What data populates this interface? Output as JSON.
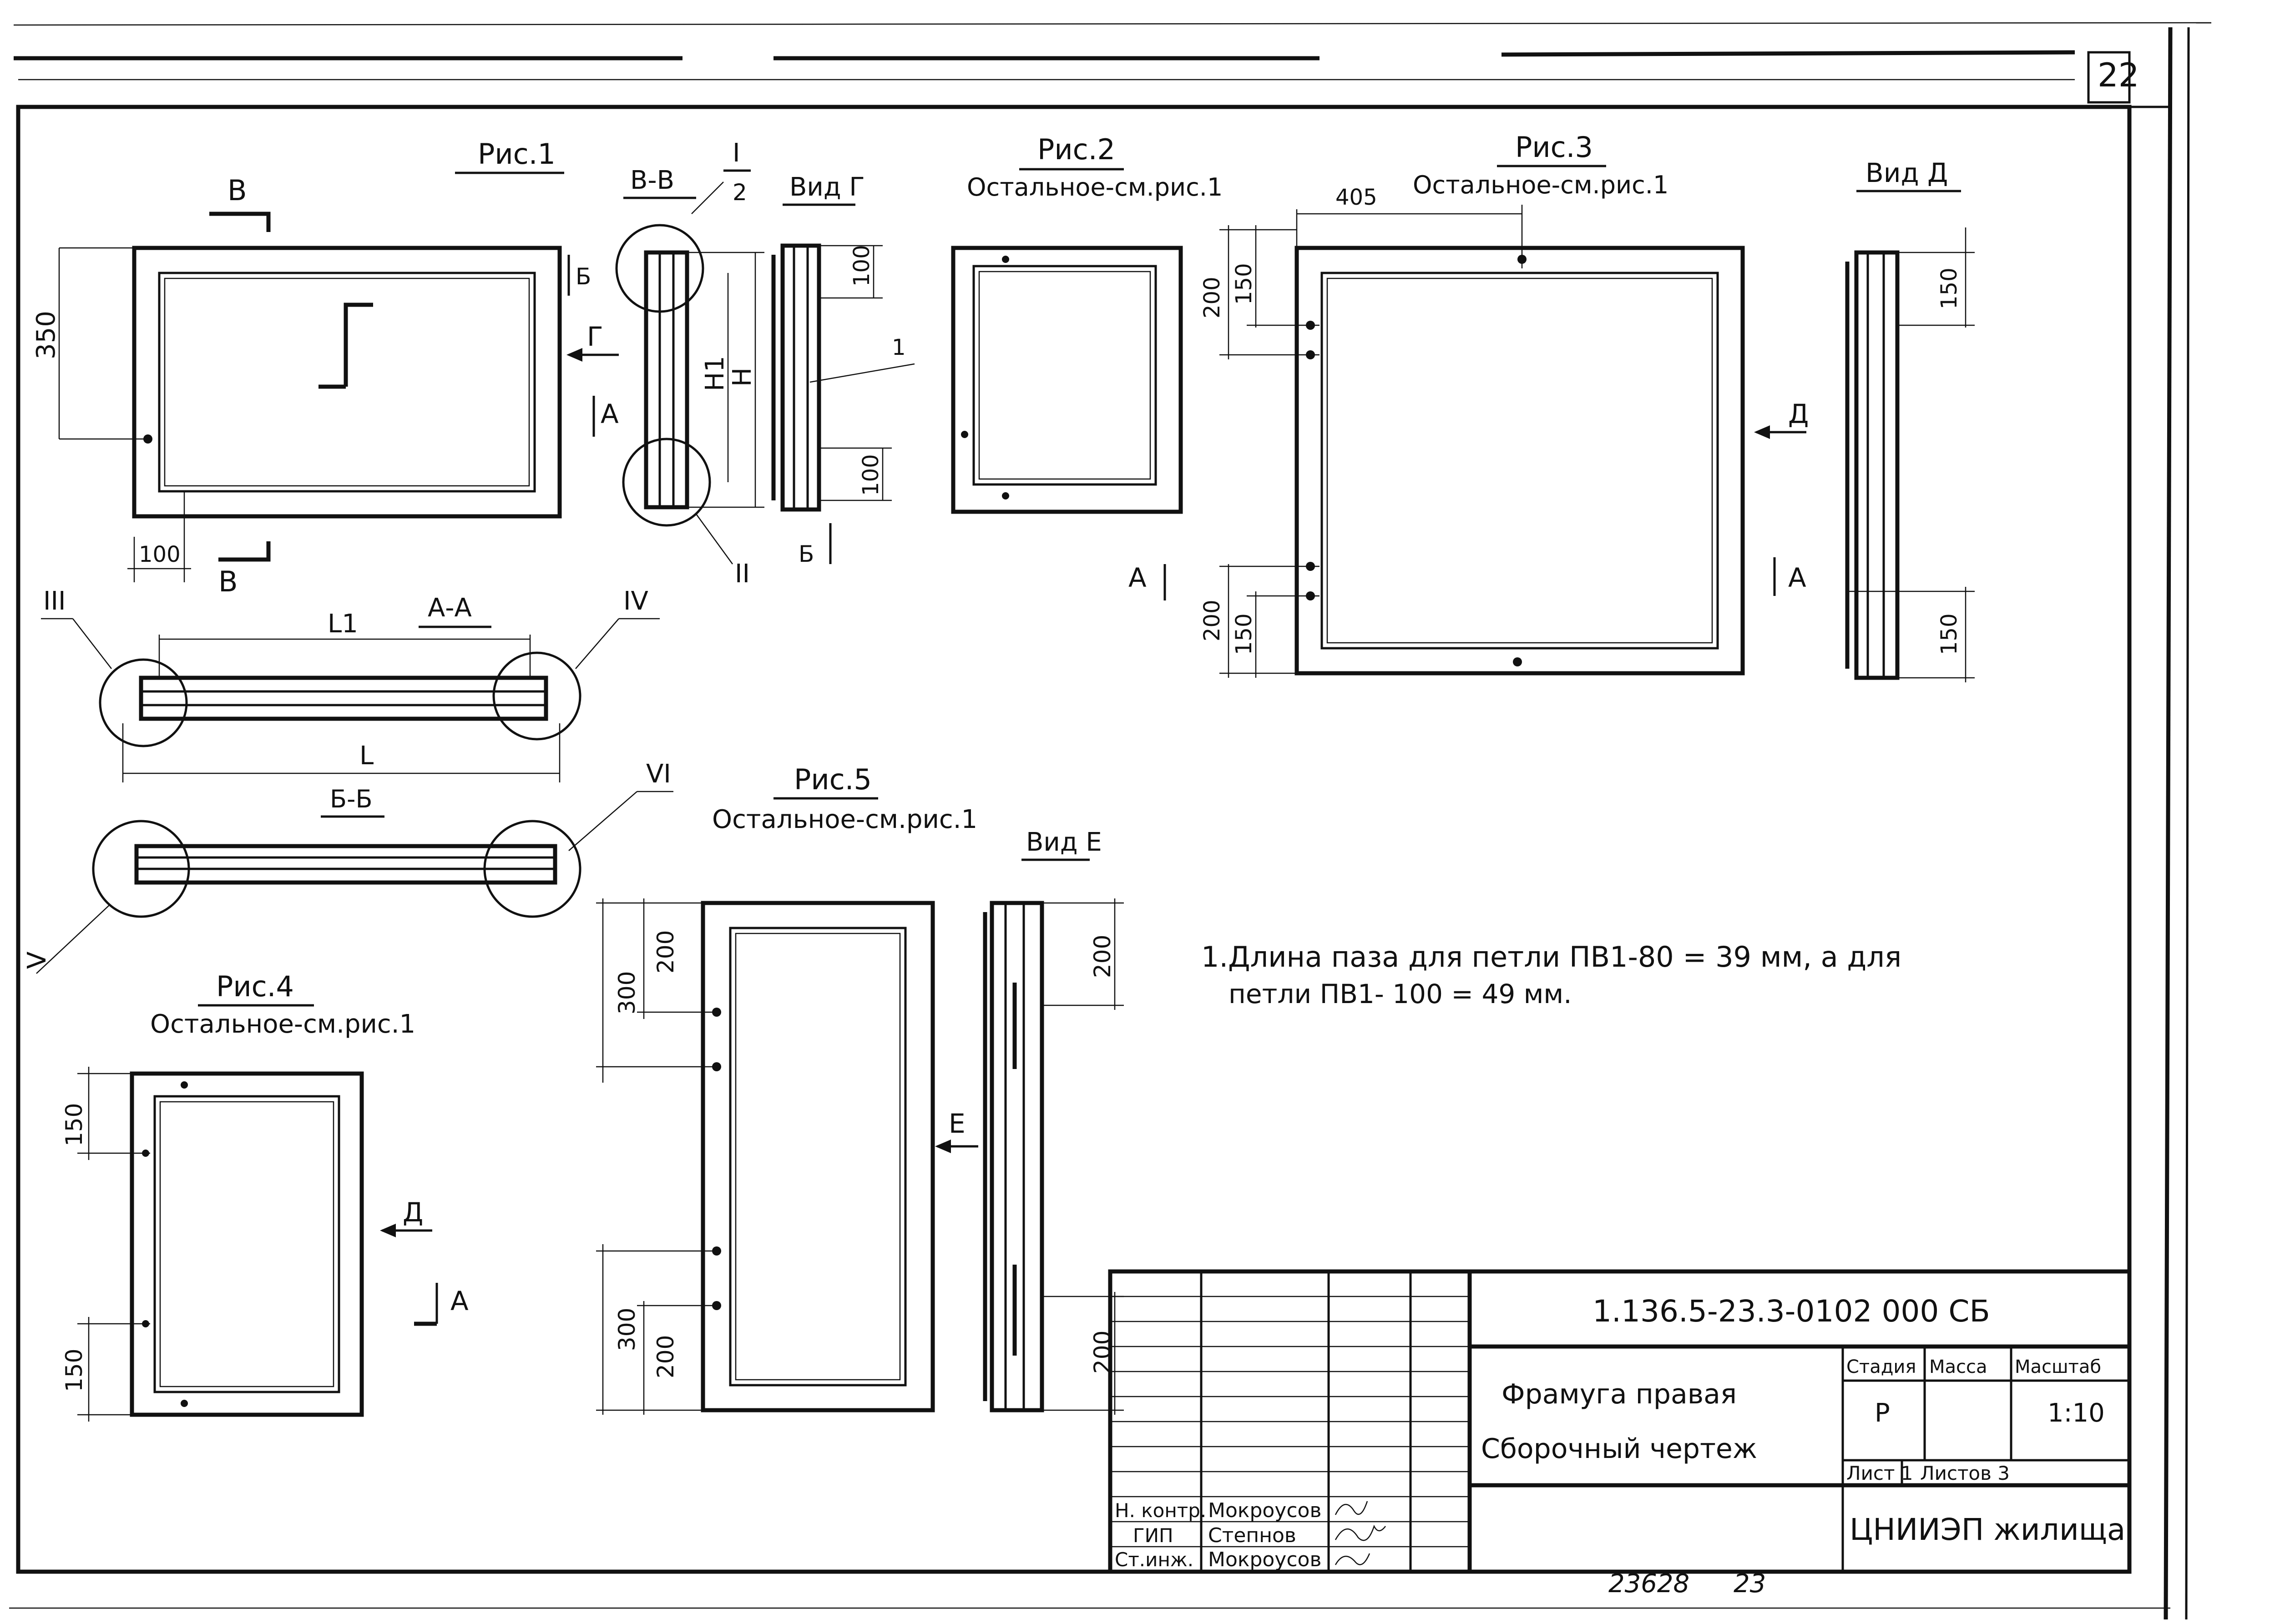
{
  "sheet_number": "22",
  "figures": {
    "fig1": {
      "title": "Рис.1"
    },
    "fig2": {
      "title": "Рис.2",
      "note": "Остальное-см.рис.1"
    },
    "fig3": {
      "title": "Рис.3",
      "note": "Остальное-см.рис.1"
    },
    "fig4": {
      "title": "Рис.4",
      "note": "Остальное-см.рис.1"
    },
    "fig5": {
      "title": "Рис.5",
      "note": "Остальное-см.рис.1"
    }
  },
  "views": {
    "vv": "В-В",
    "vid_g": "Вид Г",
    "vid_d": "Вид Д",
    "vid_e": "Вид Е",
    "aa": "А-А",
    "bb": "Б-Б"
  },
  "labels": {
    "V": "В",
    "G": "Г",
    "B": "Б",
    "A": "А",
    "D": "Д",
    "E": "Е",
    "H": "Н",
    "H1": "Н1",
    "L": "L",
    "L1": "L1",
    "item1": "1",
    "frac_top": "I",
    "frac_bot": "2",
    "r1": "I",
    "r2": "II",
    "r3": "III",
    "r4": "IV",
    "r5": "V",
    "r6": "VI"
  },
  "dims": {
    "d350": "350",
    "d100": "100",
    "d150": "150",
    "d200": "200",
    "d300": "300",
    "d405": "405"
  },
  "notes": {
    "line1": "1.Длина паза для петли  ПВ1-80 = 39 мм, а для",
    "line2": "петли ПВ1- 100 = 49 мм."
  },
  "title_block": {
    "code": "1.136.5-23.3-0102 000 СБ",
    "name_line1": "Фрамуга правая",
    "name_line2": "Сборочный чертеж",
    "stage_header": "Стадия",
    "mass_header": "Масса",
    "scale_header": "Масштаб",
    "stage": "Р",
    "scale": "1:10",
    "sheet": "Лист 1",
    "sheets": "Листов 3",
    "org": "ЦНИИЭП жилища",
    "signatures": [
      {
        "role": "Н. контр.",
        "name": "Мокроусов"
      },
      {
        "role": "ГИП",
        "name": "Степнов"
      },
      {
        "role": "Ст.инж.",
        "name": "Мокроусов"
      }
    ]
  },
  "footer": {
    "inv": "23628",
    "page": "23"
  }
}
